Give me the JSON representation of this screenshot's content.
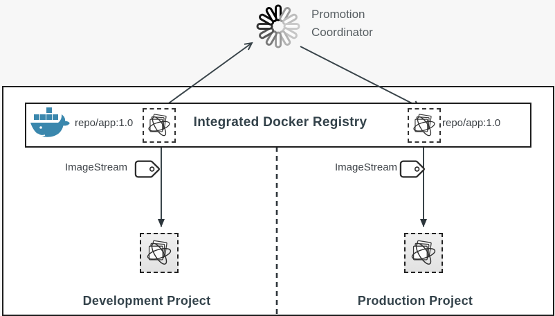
{
  "coordinator": {
    "icon": "spinner-icon",
    "line1": "Promotion",
    "line2": "Coordinator"
  },
  "registry": {
    "title": "Integrated Docker Registry",
    "left_image_tag": "repo/app:1.0",
    "right_image_tag": "repo/app:1.0",
    "docker_icon": "docker-whale-icon",
    "image_icon": "image-icon"
  },
  "streams": {
    "icon": "tag-icon",
    "left": {
      "label": "ImageStream"
    },
    "right": {
      "label": "ImageStream"
    }
  },
  "projects": {
    "development": {
      "label": "Development Project"
    },
    "production": {
      "label": "Production Project"
    }
  },
  "colors": {
    "docker_blue": "#3a87ad",
    "arrow_line": "#39444a",
    "title_text": "#33424a",
    "muted_text": "#565d61",
    "border": "#1d1d1d",
    "page_background": "#f7f7f7"
  }
}
